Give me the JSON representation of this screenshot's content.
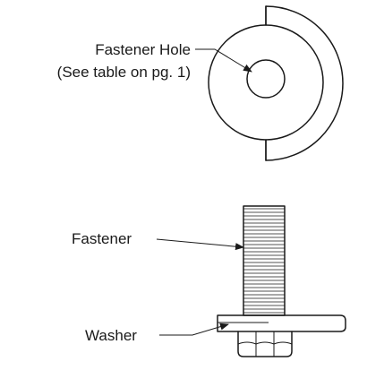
{
  "labels": {
    "fastener_hole_line1": "Fastener Hole",
    "fastener_hole_line2": "(See table on pg. 1)",
    "fastener": "Fastener",
    "washer": "Washer"
  },
  "colors": {
    "line": "#1a1a1a",
    "background": "#ffffff"
  }
}
